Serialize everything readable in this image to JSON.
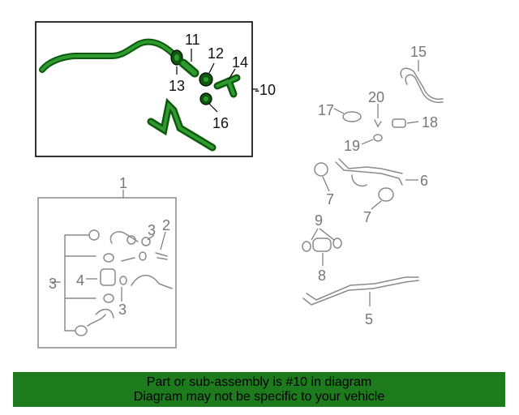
{
  "callouts": {
    "c1": "1",
    "c2": "2",
    "c3a": "3",
    "c3b": "3",
    "c3c": "3",
    "c4": "4",
    "c5": "5",
    "c6": "6",
    "c7a": "7",
    "c7b": "7",
    "c8": "8",
    "c9": "9",
    "c10": "-10",
    "c11": "11",
    "c12": "12",
    "c13": "13",
    "c14": "14",
    "c15": "15",
    "c16": "16",
    "c17": "17",
    "c18": "18",
    "c19": "19",
    "c20": "20"
  },
  "banner": {
    "line1": "Part or sub-assembly is #10 in diagram",
    "line2": "Diagram may not be specific to your vehicle"
  },
  "colors": {
    "highlight": "#1d7a1d",
    "part_outline": "#8a8a8a",
    "frame": "#000000"
  }
}
